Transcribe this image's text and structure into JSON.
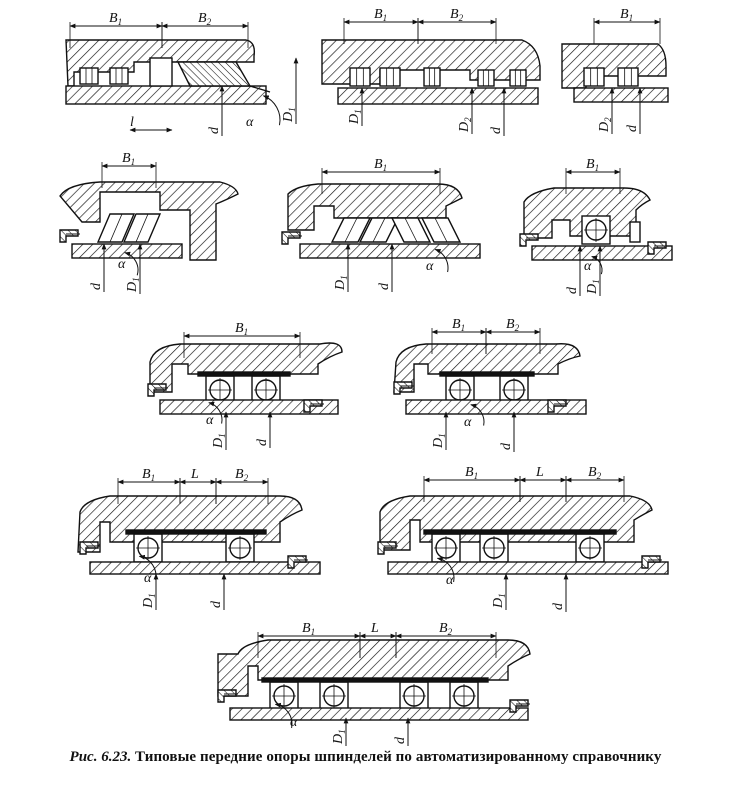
{
  "caption": {
    "number": "Рис. 6.23.",
    "text": "Типовые передние опоры шпинделей по автоматизированному справочнику"
  },
  "labels": {
    "B1": "B1",
    "B2": "B2",
    "L": "L",
    "l": "l",
    "d": "d",
    "D1": "D1",
    "D2": "D2",
    "alpha": "α"
  },
  "colors": {
    "ink": "#111111",
    "paper": "#ffffff"
  }
}
